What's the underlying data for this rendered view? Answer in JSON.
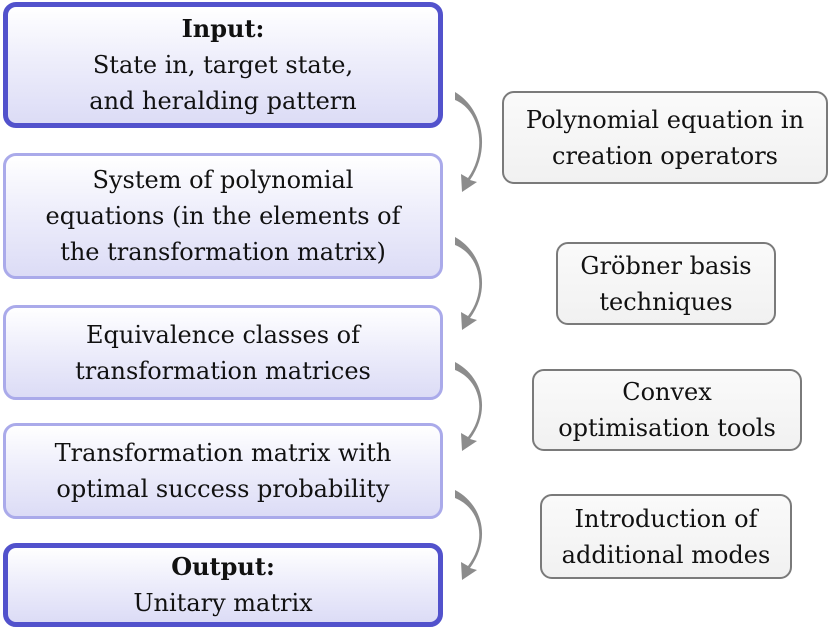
{
  "steps": [
    {
      "id": "input",
      "title": "Input:",
      "lines": [
        "State in, target state,",
        "and heralding pattern"
      ]
    },
    {
      "id": "polynomial-system",
      "title": "",
      "lines": [
        "System of polynomial",
        "equations (in the elements of",
        "the transformation matrix)"
      ]
    },
    {
      "id": "equivalence-classes",
      "title": "",
      "lines": [
        "Equivalence classes of",
        "transformation matrices"
      ]
    },
    {
      "id": "optimal-matrix",
      "title": "",
      "lines": [
        "Transformation matrix with",
        "optimal success probability"
      ]
    },
    {
      "id": "output",
      "title": "Output:",
      "lines": [
        "Unitary matrix"
      ]
    }
  ],
  "methods": [
    {
      "id": "creation-operators",
      "lines": [
        "Polynomial equation in",
        "creation operators"
      ]
    },
    {
      "id": "groebner",
      "lines": [
        "Gröbner basis",
        "techniques"
      ]
    },
    {
      "id": "convex-optimisation",
      "lines": [
        "Convex",
        "optimisation tools"
      ]
    },
    {
      "id": "additional-modes",
      "lines": [
        "Introduction of",
        "additional modes"
      ]
    }
  ],
  "colors": {
    "emphasis_border": "#5252cc",
    "step_border": "#aaaaea",
    "step_fill": "#dcdcf6",
    "method_border": "#7a7a7a",
    "method_fill": "#f3f3f3",
    "arrow": "#8c8c8c"
  }
}
